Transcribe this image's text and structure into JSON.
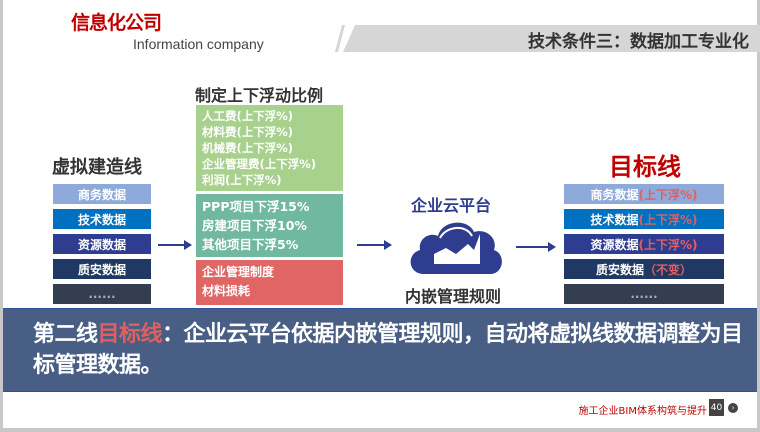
{
  "header": {
    "logo": "信息化公司",
    "logo_sub": "Information company",
    "title": "技术条件三：数据加工专业化"
  },
  "left": {
    "heading": "虚拟建造线",
    "items": [
      "商务数据",
      "技术数据",
      "资源数据",
      "质安数据",
      "......"
    ]
  },
  "middle": {
    "heading": "制定上下浮动比例",
    "green": [
      "人工费(上下浮%)",
      "材料费(上下浮%)",
      "机械费(上下浮%)",
      "企业管理费(上下浮%)",
      "利润(上下浮%)"
    ],
    "teal": [
      "PPP项目下浮15%",
      "房建项目下浮10%",
      "其他项目下浮5%"
    ],
    "red": [
      "企业管理制度",
      "材料损耗"
    ]
  },
  "cloud": {
    "top": "企业云平台",
    "bottom": "内嵌管理规则"
  },
  "right": {
    "heading": "目标线",
    "items": [
      {
        "label": "商务数据",
        "note": "(上下浮%)"
      },
      {
        "label": "技术数据",
        "note": "(上下浮%)"
      },
      {
        "label": "资源数据",
        "note": "(上下浮%)"
      },
      {
        "label": "质安数据",
        "note": "（不变）"
      },
      {
        "label": "......",
        "note": ""
      }
    ]
  },
  "overlay": {
    "prefix": "第二线",
    "highlight": "目标线",
    "rest": "：企业云平台依据内嵌管理规则，自动将虚拟线数据调整为目标管理数据。"
  },
  "footer": {
    "text": "施工企业BIM体系构筑与提升",
    "page": "40"
  },
  "colors": {
    "brand": "#c00000",
    "box1": "#8eaadb",
    "box2": "#0070c0",
    "box3": "#2e3d8f",
    "box4": "#1f3864",
    "box5": "#333f50",
    "green": "#a9d18e",
    "teal": "#70b8a0",
    "red": "#e06666"
  }
}
